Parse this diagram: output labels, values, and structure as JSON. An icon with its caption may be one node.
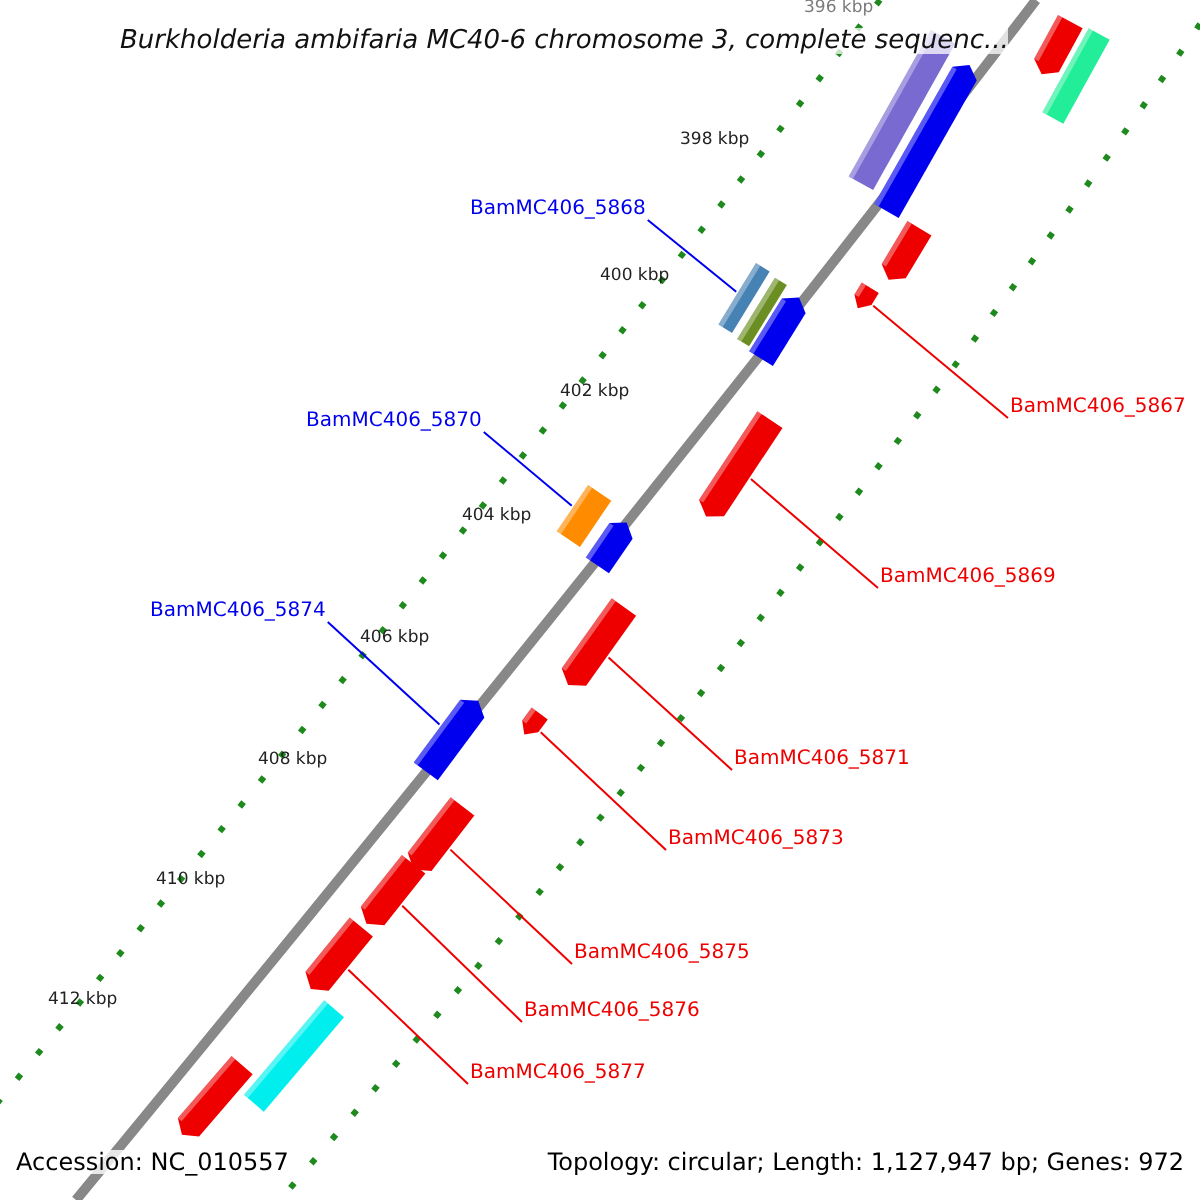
{
  "diagram": {
    "title": "Burkholderia ambifaria MC40-6 chromosome 3, complete sequenc...",
    "nodes": [
      {
        "text": [
          "BamMC406_5868"
        ]
      },
      {
        "text": [
          "BamMC406_5867"
        ]
      },
      {
        "text": [
          "BamMC406_5870"
        ]
      },
      {
        "text": [
          "BamMC406_5869"
        ]
      },
      {
        "text": [
          "BamMC406_5874"
        ]
      },
      {
        "text": [
          "BamMC406_5871"
        ]
      },
      {
        "text": [
          "BamMC406_5873"
        ]
      },
      {
        "text": [
          "BamMC406_5875"
        ]
      },
      {
        "text": [
          "BamMC406_5876"
        ]
      },
      {
        "text": [
          "BamMC406_5877"
        ]
      },
      {
        "text": [],
        "shape": "bar"
      },
      {
        "text": [],
        "shape": "bar"
      },
      {
        "text": [],
        "shape": "bar"
      },
      {
        "text": [],
        "shape": "bar"
      },
      {
        "text": [],
        "shape": "bar"
      },
      {
        "text": [],
        "shape": "bar"
      },
      {
        "text": [],
        "shape": "bar"
      },
      {
        "text": [],
        "shape": "bar"
      },
      {
        "text": [],
        "shape": "bar"
      },
      {
        "text": [],
        "shape": "bar"
      },
      {
        "text": [],
        "shape": "bar"
      }
    ],
    "edges": [
      {
        "from": 0,
        "to": 10,
        "arrow": "none",
        "color": "#0000ee"
      },
      {
        "from": 1,
        "to": 11,
        "arrow": "none"
      },
      {
        "from": 2,
        "to": 13,
        "arrow": "none",
        "color": "#0000ee"
      },
      {
        "from": 3,
        "to": 12,
        "arrow": "none"
      },
      {
        "from": 4,
        "to": 16,
        "arrow": "none",
        "color": "#0000ee"
      },
      {
        "from": 5,
        "to": 14,
        "arrow": "none"
      },
      {
        "from": 6,
        "to": 15,
        "arrow": "none"
      },
      {
        "from": 7,
        "to": 17,
        "arrow": "none"
      },
      {
        "from": 8,
        "to": 18,
        "arrow": "none"
      },
      {
        "from": 9,
        "to": 19,
        "arrow": "none"
      }
    ],
    "labels": [
      "396 kbp",
      "398 kbp",
      "400 kbp",
      "402 kbp",
      "404 kbp",
      "406 kbp",
      "408 kbp",
      "410 kbp",
      "412 kbp",
      "Accession: NC_010557",
      "Topology: circular; Length: 1,127,947 bp; Genes: 972"
    ]
  }
}
